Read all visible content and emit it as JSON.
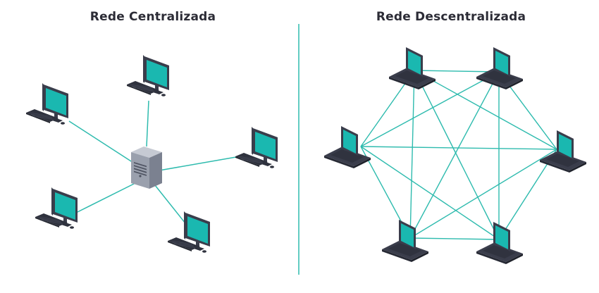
{
  "titles": {
    "centralized": "Rede Centralizada",
    "decentralized": "Rede Descentralizada"
  },
  "colors": {
    "link": "#2ebbae",
    "screen": "#1ab8b0",
    "device_dark": "#3a3d4b",
    "keyboard": "#2f323e",
    "server_body": "#9aa0ad",
    "server_side": "#7b8190",
    "divider": "#2ebbae",
    "title": "#2c2c36"
  },
  "icons": {
    "centralized_hub": "server-tower-icon",
    "centralized_nodes": "desktop-computer-icon",
    "decentralized_nodes": "laptop-icon"
  },
  "centralized": {
    "hub_count": 1,
    "node_count": 5,
    "topology": "star"
  },
  "decentralized": {
    "node_count": 6,
    "topology": "full-mesh"
  }
}
